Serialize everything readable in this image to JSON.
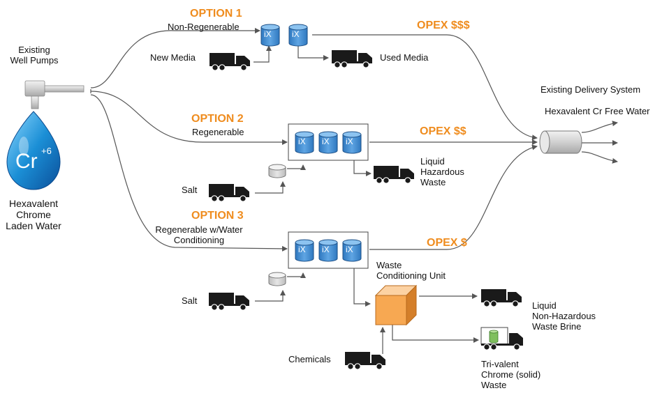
{
  "source": {
    "pumps_label": "Existing\nWell Pumps",
    "water_label": "Hexavalent\nChrome\nLaden Water",
    "droplet_symbol": "Cr",
    "droplet_charge": "+6"
  },
  "option1": {
    "title": "OPTION 1",
    "subtitle": "Non-Regenerable",
    "new_media": "New Media",
    "used_media": "Used Media",
    "opex": "OPEX $$$"
  },
  "option2": {
    "title": "OPTION 2",
    "subtitle": "Regenerable",
    "salt": "Salt",
    "waste": "Liquid\nHazardous\nWaste",
    "opex": "OPEX $$"
  },
  "option3": {
    "title": "OPTION 3",
    "subtitle": "Regenerable w/Water\nConditioning",
    "salt": "Salt",
    "conditioning_unit": "Waste\nConditioning Unit",
    "chemicals": "Chemicals",
    "brine": "Liquid\nNon-Hazardous\nWaste Brine",
    "trivalent": "Tri-valent\nChrome (solid)\nWaste",
    "opex": "OPEX $"
  },
  "delivery": {
    "system": "Existing Delivery System",
    "free_water": "Hexavalent Cr Free Water"
  },
  "vessel_label": "iX",
  "colors": {
    "accent": "#ef8c1e",
    "vessel": "#4a8fd0",
    "line": "#555555",
    "truck": "#1a1a1a",
    "cube": "#f5a04e"
  }
}
